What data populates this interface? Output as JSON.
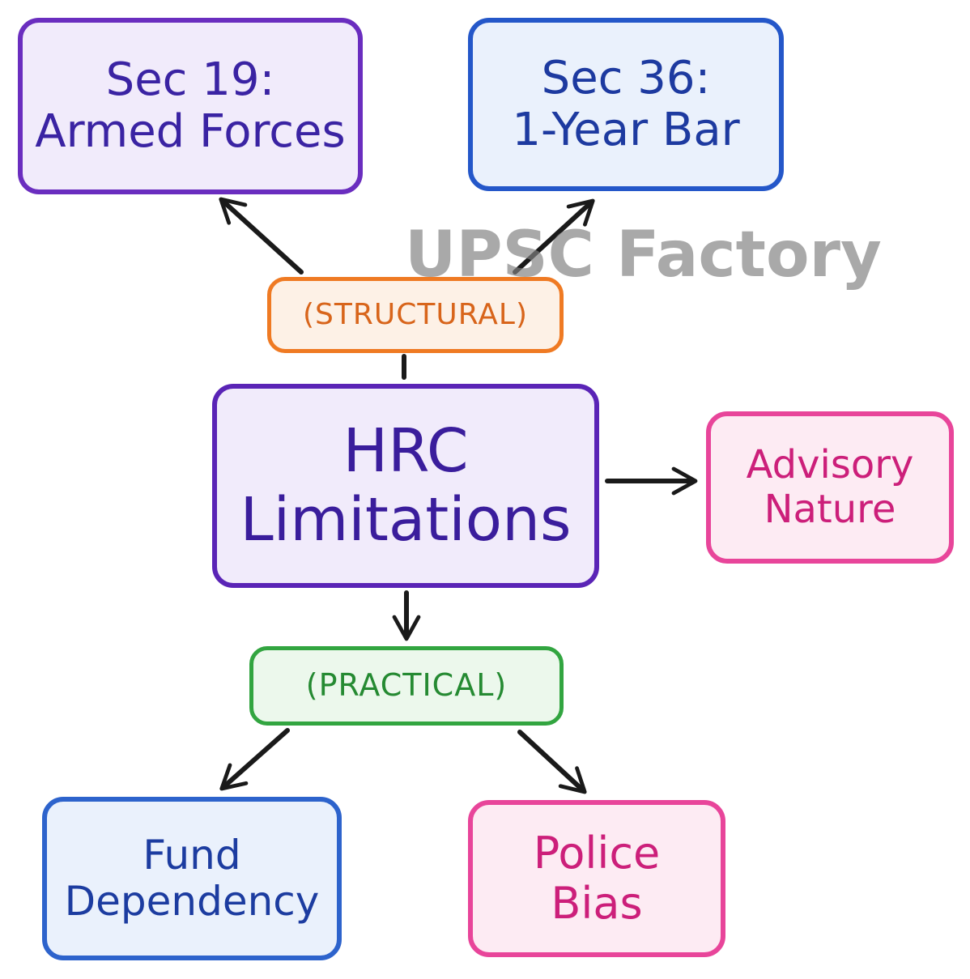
{
  "nodes": {
    "sec19": {
      "line1": "Sec 19:",
      "line2": "Armed Forces"
    },
    "sec36": {
      "line1": "Sec 36:",
      "line2": "1-Year Bar"
    },
    "structural": {
      "label": "(STRUCTURAL)"
    },
    "hrc": {
      "line1": "HRC",
      "line2": "Limitations"
    },
    "advisory": {
      "line1": "Advisory",
      "line2": "Nature"
    },
    "practical": {
      "label": "(PRACTICAL)"
    },
    "fund": {
      "line1": "Fund",
      "line2": "Dependency"
    },
    "police": {
      "line1": "Police",
      "line2": "Bias"
    }
  },
  "watermark": "UPSC Factory",
  "colors": {
    "arrow": "#1a1a1a",
    "purple": "#6a2dbf",
    "blue": "#2457c9",
    "orange": "#ef7a23",
    "pink": "#e8459a",
    "green": "#32a540"
  }
}
